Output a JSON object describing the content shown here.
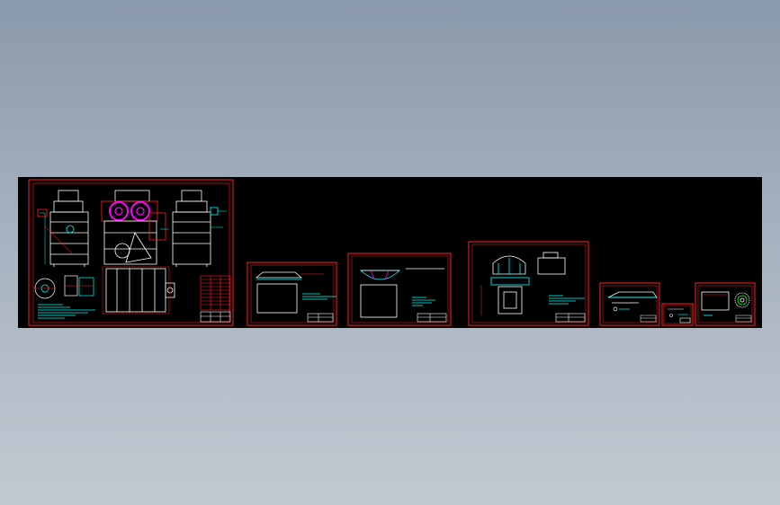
{
  "viewport": {
    "background_top": "#8a99ab",
    "background_bottom": "#c3c9d2"
  },
  "model_space": {
    "background": "#000000"
  },
  "colors": {
    "border": "#ff2020",
    "geometry": "#ffffff",
    "dimension": "#00ffff",
    "highlight": "#ff00ff",
    "note": "#00ffff"
  },
  "sheets": [
    {
      "id": "assembly",
      "kind": "large-assembly"
    },
    {
      "id": "part-1",
      "kind": "plate-part"
    },
    {
      "id": "part-2",
      "kind": "bowl-part"
    },
    {
      "id": "part-3",
      "kind": "housing-part"
    },
    {
      "id": "part-4",
      "kind": "small-part"
    },
    {
      "id": "part-5",
      "kind": "tiny-part"
    },
    {
      "id": "part-6",
      "kind": "gear-part"
    }
  ]
}
